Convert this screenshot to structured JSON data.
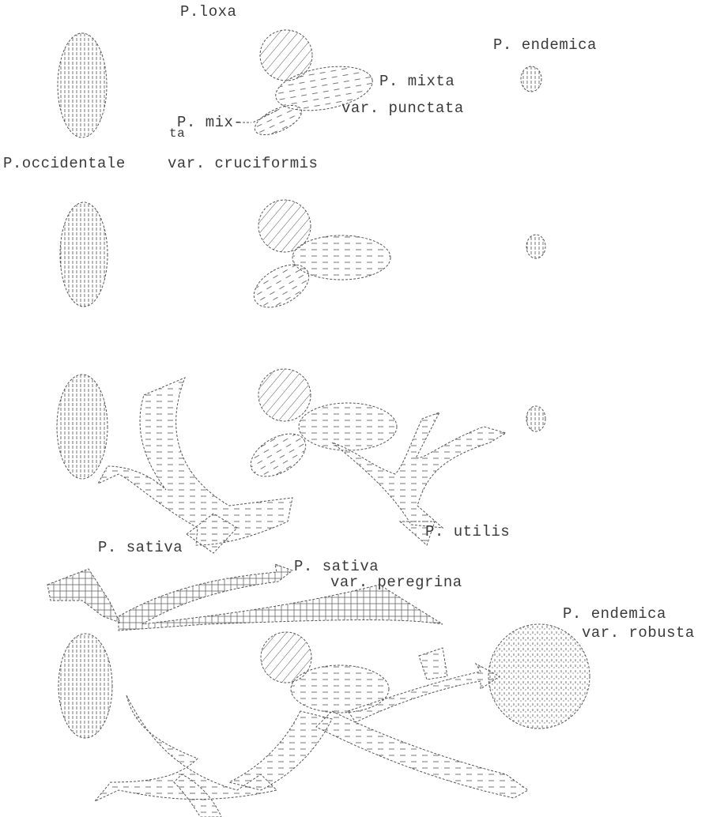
{
  "figure": {
    "ink_color": "#4a4a4a",
    "paper_color": "#ffffff",
    "stages": [
      {
        "stage": 1,
        "labels": {
          "loxa": "P.loxa",
          "endemica": "P. endemica",
          "mixta_punctata_1": "P. mixta",
          "mixta_punctata_2": "var. punctata",
          "mixta_cruci_1": "P. mix-",
          "mixta_cruci_2": "ta",
          "occidentale": "P.occidentale",
          "cruciformis": "var. cruciformis"
        }
      },
      {
        "stage": 2,
        "labels": {}
      },
      {
        "stage": 3,
        "labels": {
          "utilis": "P. utilis",
          "sativa": "P. sativa"
        }
      },
      {
        "stage": 4,
        "labels": {
          "sativa_peregrina_1": "P. sativa",
          "sativa_peregrina_2": "var. peregrina",
          "endemica_robusta_1": "P. endemica",
          "endemica_robusta_2": "var. robusta"
        }
      }
    ],
    "hatch_patterns": [
      "vertical-lines",
      "diagonal-lines",
      "horizontal-dashes",
      "crosshatch",
      "stipple"
    ]
  }
}
